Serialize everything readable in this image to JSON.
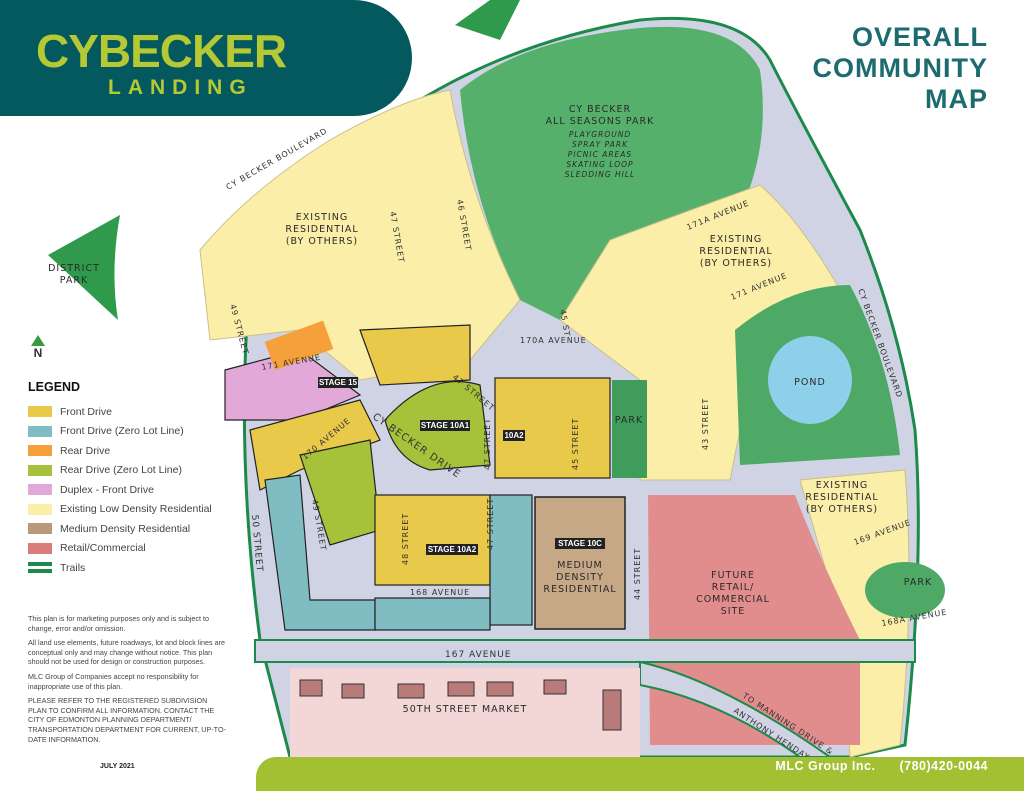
{
  "header": {
    "logo_main": "CYBECKER",
    "logo_sub": "LANDING"
  },
  "title": {
    "line1": "OVERALL",
    "line2": "COMMUNITY",
    "line3": "MAP"
  },
  "compass": {
    "label": "N"
  },
  "legend": {
    "title": "LEGEND",
    "items": [
      {
        "label": "Front Drive",
        "color": "#e8c94a"
      },
      {
        "label": "Front Drive (Zero Lot Line)",
        "color": "#7fbdc3"
      },
      {
        "label": "Rear Drive",
        "color": "#f5a03a"
      },
      {
        "label": "Rear Drive (Zero Lot Line)",
        "color": "#a6c23a"
      },
      {
        "label": "Duplex - Front Drive",
        "color": "#e2a8d8"
      },
      {
        "label": "Existing Low Density Residential",
        "color": "#fbeea8"
      },
      {
        "label": "Medium Density Residential",
        "color": "#b89a7a"
      },
      {
        "label": "Retail/Commercial",
        "color": "#dc7b7b"
      },
      {
        "label": "Trails",
        "color": "#1c8a4a"
      }
    ]
  },
  "disclaimer": [
    "This plan is for marketing purposes only and is subject to change, error and/or omission.",
    "All land use elements, future roadways, lot and block lines are conceptual only and may change without notice. This plan should not be used for design or construction purposes.",
    "MLC Group of Companies accept no responsibility for inappropriate use of this plan.",
    "PLEASE REFER TO THE REGISTERED SUBDIVISION PLAN TO CONFIRM ALL INFORMATION. CONTACT THE CITY OF EDMONTON PLANNING DEPARTMENT/ TRANSPORTATION DEPARTMENT FOR CURRENT, UP-TO-DATE INFORMATION."
  ],
  "date": "JULY 2021",
  "footer": {
    "company": "MLC Group Inc.",
    "phone": "(780)420-0044"
  },
  "map": {
    "park_name_1": "CY BECKER",
    "park_name_2": "ALL SEASONS PARK",
    "amenities": [
      "PLAYGROUND",
      "SPRAY PARK",
      "PICNIC AREAS",
      "SKATING LOOP",
      "SLEDDING HILL"
    ],
    "existing_1": "EXISTING",
    "existing_2": "RESIDENTIAL",
    "existing_3": "(BY OTHERS)",
    "district_park_1": "DISTRICT",
    "district_park_2": "PARK",
    "pond": "POND",
    "park": "PARK",
    "retail_1": "FUTURE",
    "retail_2": "RETAIL/",
    "retail_3": "COMMERCIAL",
    "retail_4": "SITE",
    "medium_1": "MEDIUM",
    "medium_2": "DENSITY",
    "medium_3": "RESIDENTIAL",
    "market": "50TH STREET MARKET",
    "to_manning_1": "TO MANNING DRIVE &",
    "to_manning_2": "ANTHONY HENDAY DRIVE",
    "stages": {
      "s15": "STAGE 15",
      "s10a1": "STAGE 10A1",
      "s10a2_small": "10A2",
      "s10a2": "STAGE 10A2",
      "s10c": "STAGE 10C"
    },
    "streets": {
      "cy_becker_blvd": "CY BECKER BOULEVARD",
      "cy_becker_drive": "CY BECKER DRIVE",
      "s49": "49 STREET",
      "s48": "48 STREET",
      "s47": "47 STREET",
      "s46": "46 STREET",
      "s45st": "45 ST",
      "s45": "45 STREET",
      "s44": "44 STREET",
      "s43": "43 STREET",
      "s50": "50 STREET",
      "a171": "171 AVENUE",
      "a171a": "171A AVENUE",
      "a170a": "170A AVENUE",
      "a170": "170 AVENUE",
      "a169": "169 AVENUE",
      "a168": "168 AVENUE",
      "a168a": "168A AVENUE",
      "a167": "167 AVENUE"
    }
  }
}
